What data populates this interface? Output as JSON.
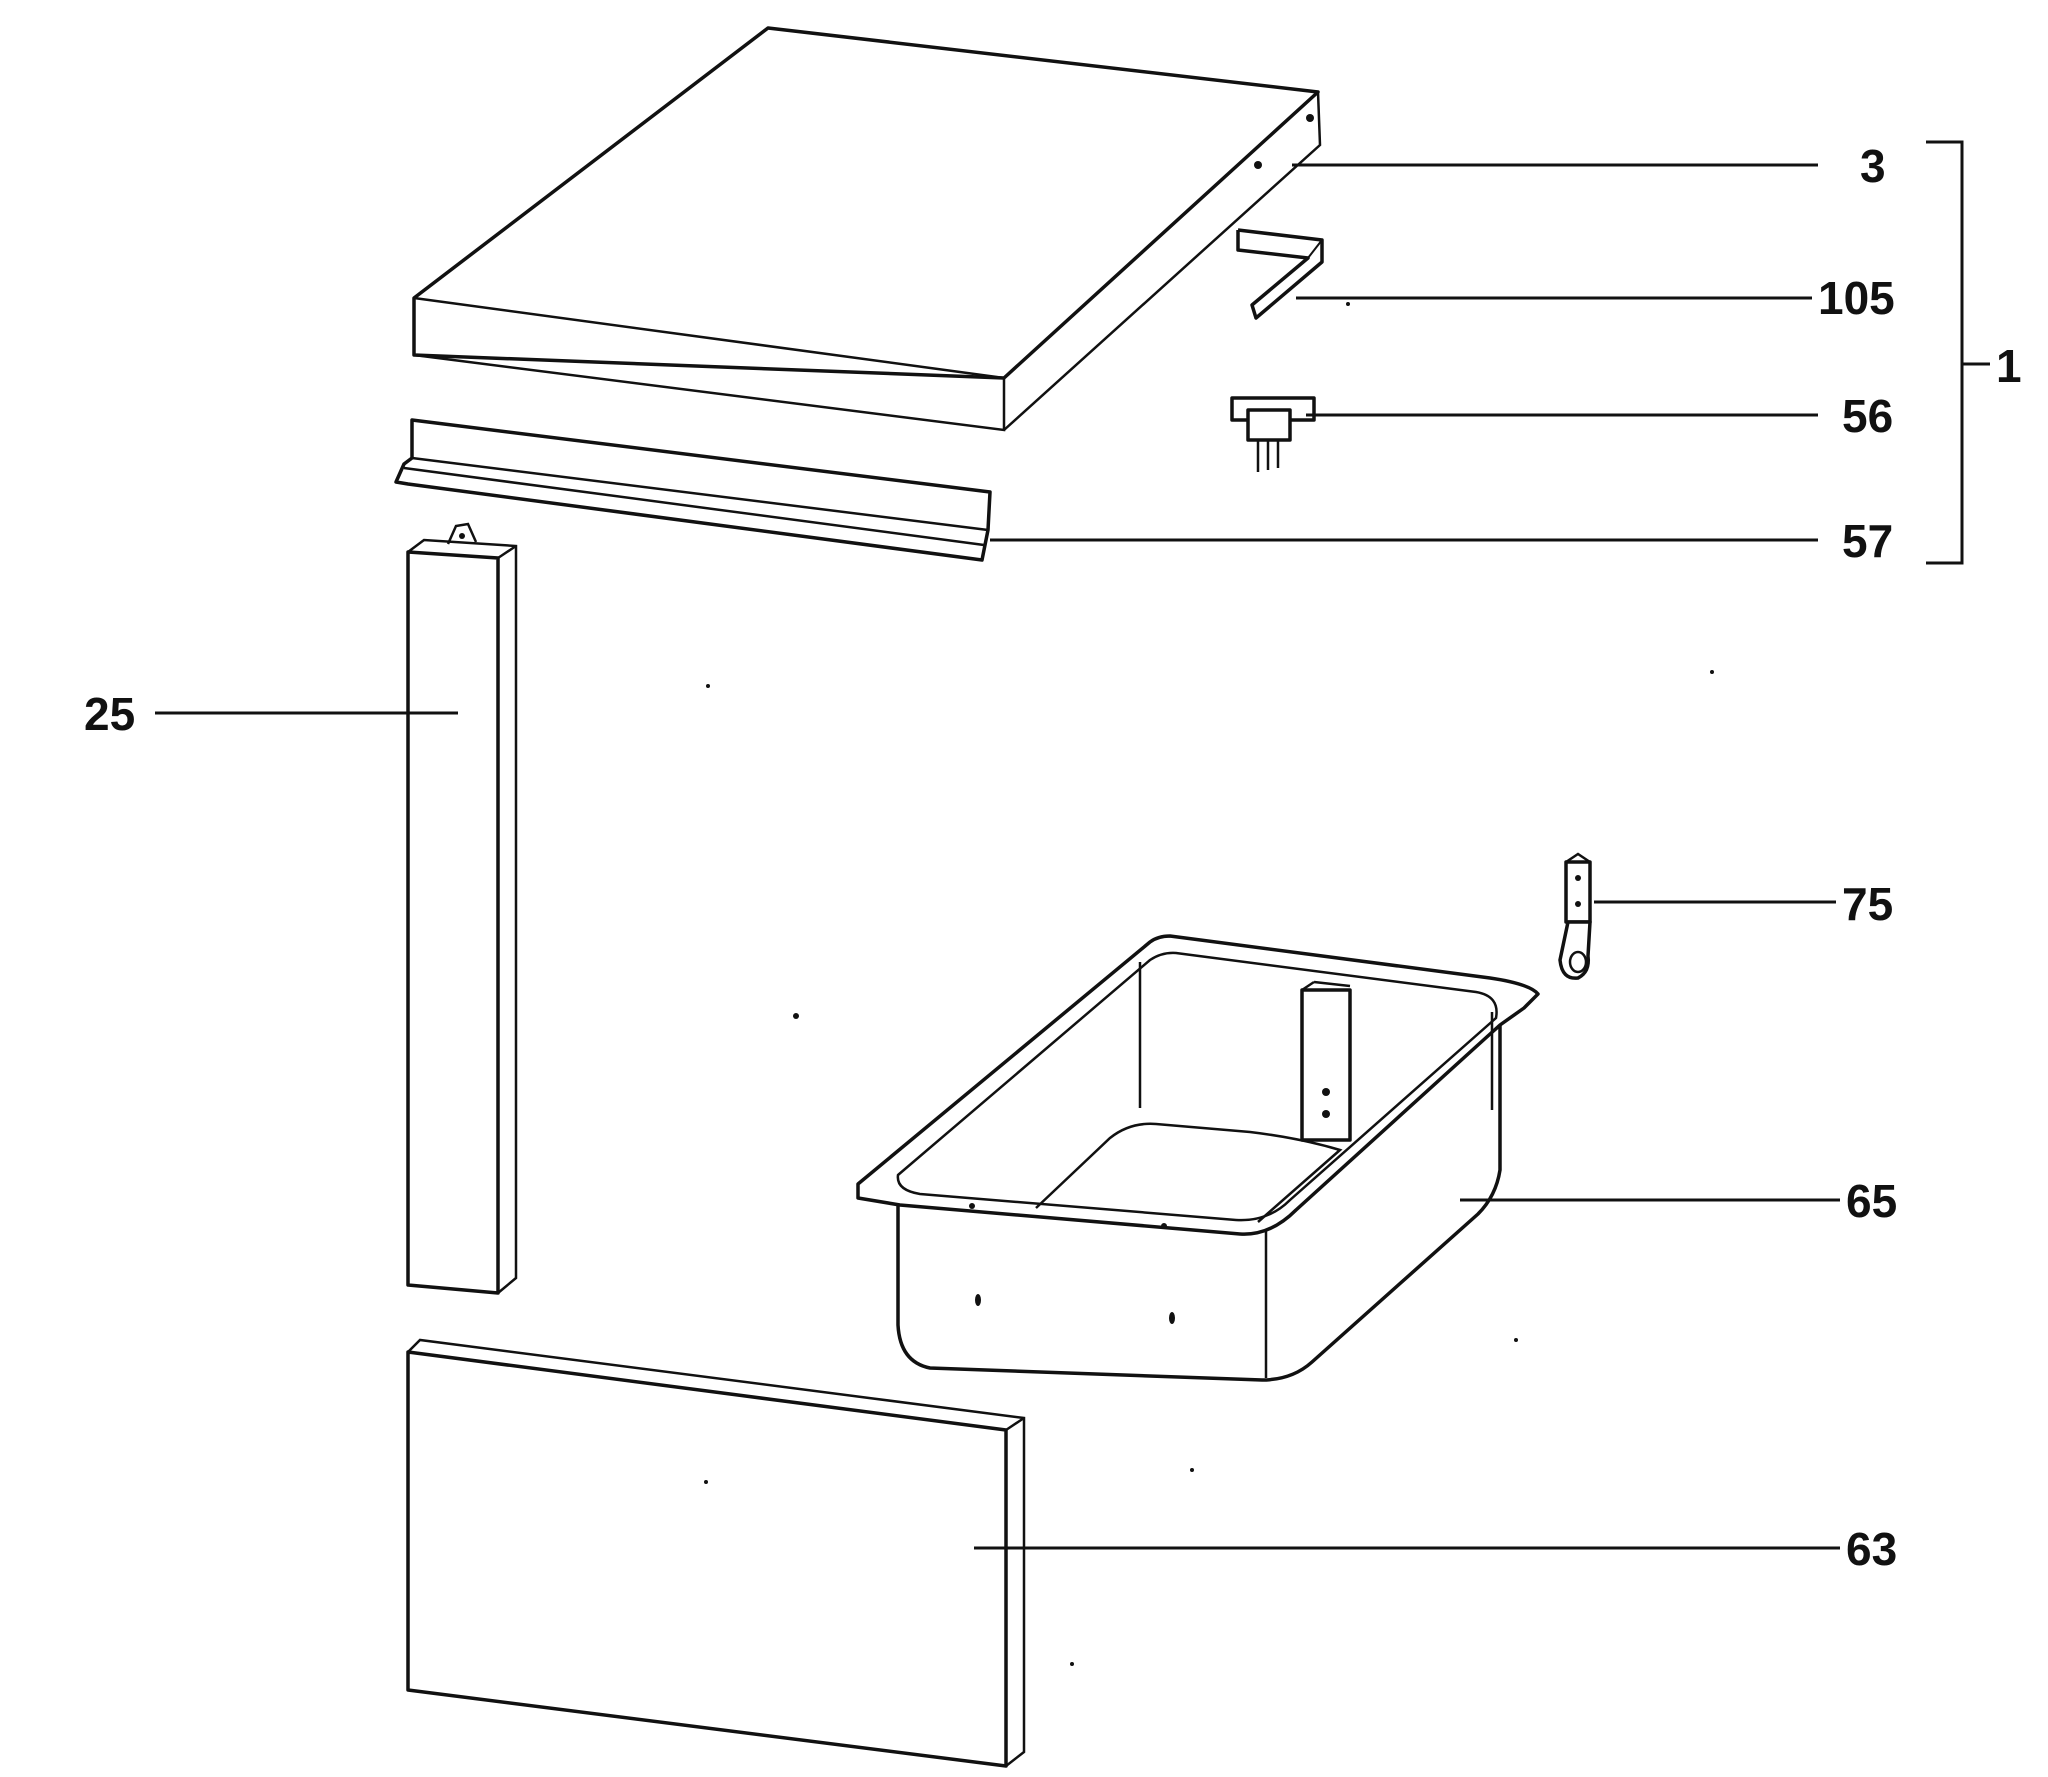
{
  "diagram": {
    "callouts": {
      "c3": "3",
      "c105": "105",
      "c56": "56",
      "c57": "57",
      "c1": "1",
      "c25": "25",
      "c75": "75",
      "c65": "65",
      "c63": "63"
    },
    "colors": {
      "line": "#111111",
      "background": "#ffffff"
    }
  }
}
